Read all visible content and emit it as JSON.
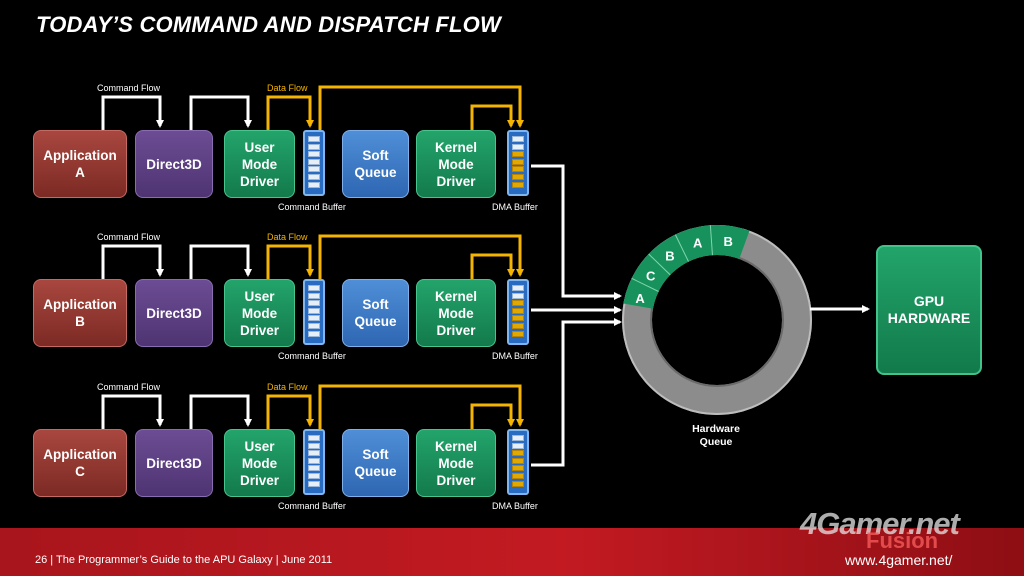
{
  "title": "TODAY’S COMMAND AND DISPATCH FLOW",
  "flow_labels": {
    "command": "Command Flow",
    "data": "Data Flow"
  },
  "buffer_labels": {
    "command": "Command Buffer",
    "dma": "DMA Buffer"
  },
  "rows": [
    {
      "app": "Application\nA",
      "d3d": "Direct3D",
      "umd": "User\nMode\nDriver",
      "soft": "Soft\nQueue",
      "kmd": "Kernel\nMode\nDriver"
    },
    {
      "app": "Application\nB",
      "d3d": "Direct3D",
      "umd": "User\nMode\nDriver",
      "soft": "Soft\nQueue",
      "kmd": "Kernel\nMode\nDriver"
    },
    {
      "app": "Application\nC",
      "d3d": "Direct3D",
      "umd": "User\nMode\nDriver",
      "soft": "Soft\nQueue",
      "kmd": "Kernel\nMode\nDriver"
    }
  ],
  "queue": {
    "label": "Hardware\nQueue",
    "segments": [
      "A",
      "C",
      "B",
      "A",
      "B"
    ]
  },
  "gpu": "GPU\nHARDWARE",
  "footer": "26  |  The Programmer’s Guide to the APU Galaxy  |  June 2011",
  "watermark": {
    "site": "4Gamer.net",
    "url": "www.4gamer.net/",
    "brand": "Fusion"
  },
  "colors": {
    "data_flow": "#f5b400",
    "command_flow": "#ffffff",
    "footer": "#c31a22"
  }
}
